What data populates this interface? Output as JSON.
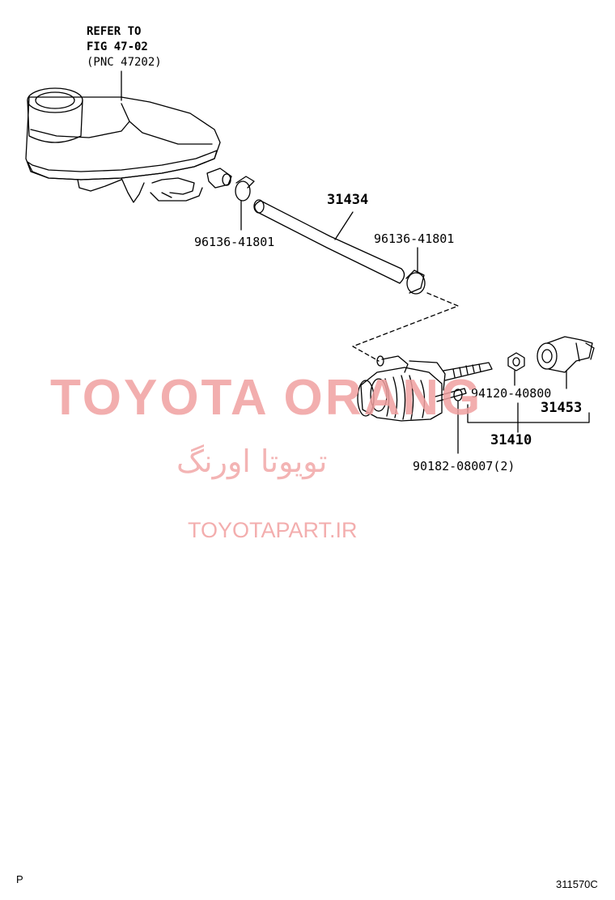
{
  "reference_note": {
    "line1": "REFER TO",
    "line2": "FIG 47-02",
    "line3": "(PNC 47202)"
  },
  "parts": {
    "hose": "31434",
    "clip_left": "96136-41801",
    "clip_right": "96136-41801",
    "nut": "94120-40800",
    "boot": "31453",
    "release_cylinder": "31410",
    "bolt": "90182-08007(2)"
  },
  "watermarks": {
    "brand": "TOYOTA ORANG",
    "persian": "تویوتا اورنگ",
    "url": "TOYOTAPART.IR"
  },
  "footer": {
    "page_marker": "P",
    "figure_code": "311570C"
  },
  "colors": {
    "line": "#000000",
    "watermark": "#f0a0a0"
  }
}
